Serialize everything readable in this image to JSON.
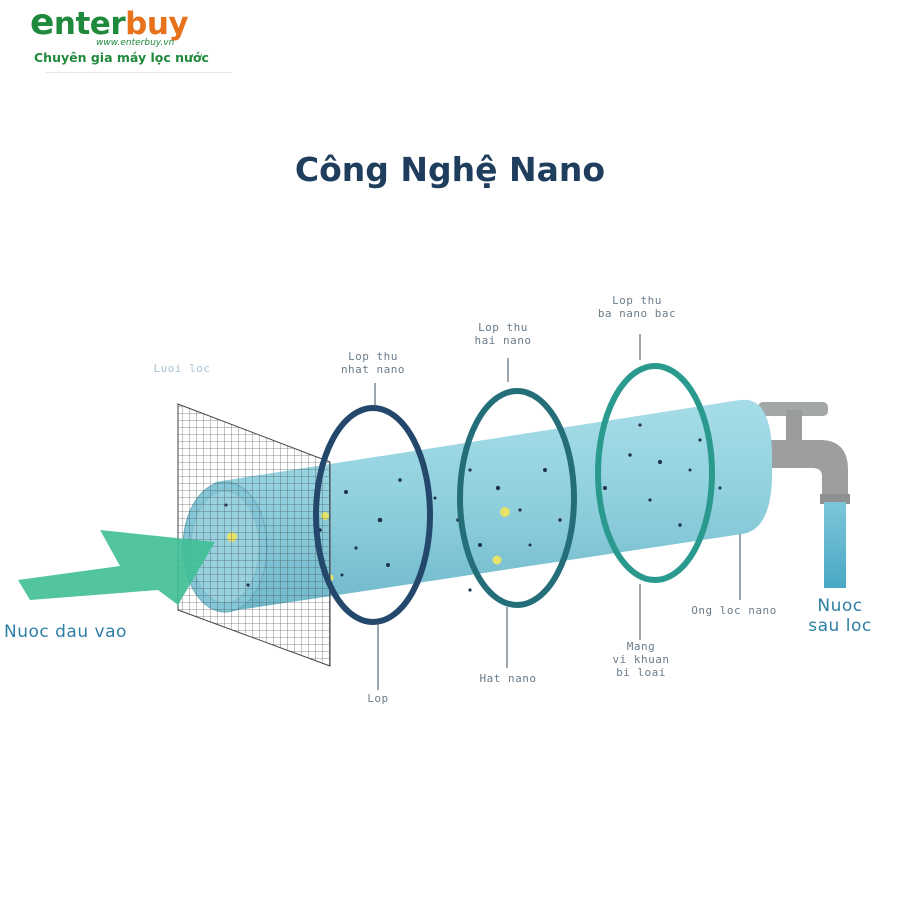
{
  "brand": {
    "logo_text_e": "e",
    "logo_text_nter": "nter",
    "logo_text_buy": "buy",
    "website": "www.enterbuy.vn",
    "tagline": "Chuyên gia máy lọc nước"
  },
  "diagram": {
    "title": "Công Nghệ Nano",
    "labels": {
      "inlet": "Nuoc dau vao",
      "outlet": "Nuoc\nsau loc",
      "mesh_top": "Luoi loc",
      "ring1_top": "Lop thu\nnhat nano",
      "ring2_top": "Lop thu\nhai nano",
      "ring3_top": "Lop thu\nba nano bac",
      "ring1_bottom": "Lop",
      "ring2_bottom": "Hat nano",
      "ring3_bottom": "Mang\nvi khuan\nbi loai",
      "tube_bottom": "Ong loc nano"
    },
    "colors": {
      "arrow": "#3fbf96",
      "tube": "#8ed0de",
      "ring1": "#23486b",
      "ring2": "#246e7a",
      "ring3": "#2a9a8e",
      "faucet": "#9a9c9c",
      "water": "#5fb7cf"
    }
  }
}
